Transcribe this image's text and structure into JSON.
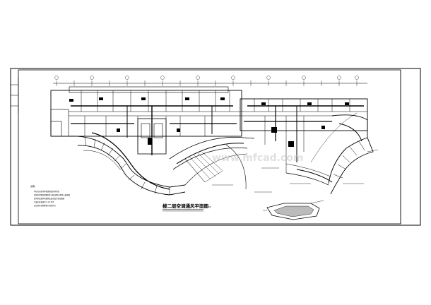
{
  "drawing": {
    "title": "楼二层空调通风平面图",
    "scale": "1:100",
    "watermark": "www.mfcad.com",
    "notes_heading": "说明:",
    "notes": [
      "本层空调采用风机盘管加新风系统",
      "风管采用镀锌钢板制作,保温材料采用离心玻璃棉",
      "新风机组及风机盘管安装高度详见剖面图",
      "冷凝水管坡度不小于0.003",
      "未尽事宜按国家现行规范执行"
    ]
  },
  "colors": {
    "ink": "#000000",
    "paper": "#ffffff",
    "watermark": "#c8c8c8"
  }
}
